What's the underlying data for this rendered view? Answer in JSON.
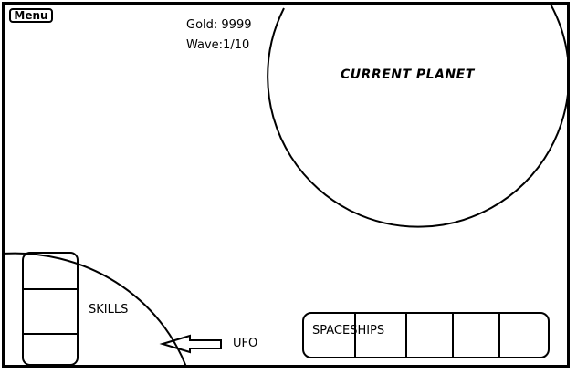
{
  "menu": {
    "label": "Menu"
  },
  "hud": {
    "gold": "Gold: 9999",
    "wave": "Wave:1/10"
  },
  "planet": {
    "label": "CURRENT PLANET"
  },
  "skills": {
    "label": "SKILLS",
    "slot_count": 3
  },
  "ufo": {
    "label": "UFO"
  },
  "spaceships": {
    "label": "SPACESHIPS",
    "slot_count": 5
  }
}
